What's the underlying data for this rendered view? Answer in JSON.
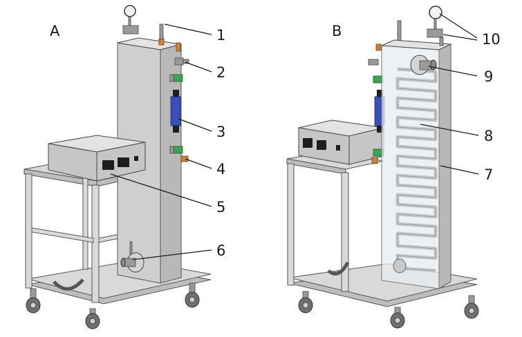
{
  "panels": [
    {
      "id": "A",
      "label": "A"
    },
    {
      "id": "B",
      "label": "B"
    }
  ],
  "callouts": [
    {
      "number": "1"
    },
    {
      "number": "2"
    },
    {
      "number": "3"
    },
    {
      "number": "4"
    },
    {
      "number": "5"
    },
    {
      "number": "6"
    },
    {
      "number": "7"
    },
    {
      "number": "8"
    },
    {
      "number": "9"
    },
    {
      "number": "10"
    }
  ],
  "colors": {
    "frame": "#d9d9d9",
    "column": "#b8b8b8",
    "fitting_green": "#3aa655",
    "fitting_brass": "#c9833d",
    "flowmeter_blue": "#3b4fb8",
    "text": "#1a1a1a"
  }
}
